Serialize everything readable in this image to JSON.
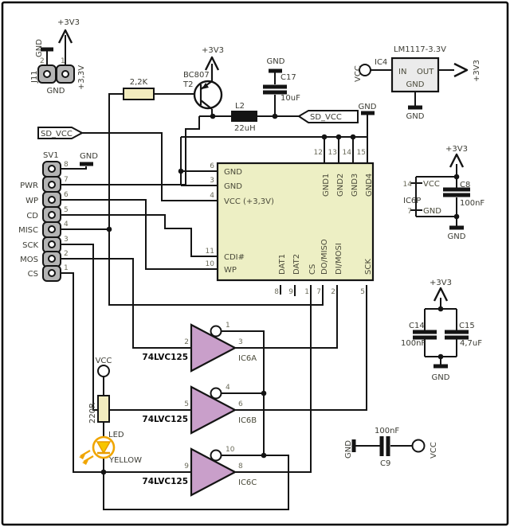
{
  "power": {
    "rail_3v3": "+3V3",
    "vcc": "VCC",
    "gnd": "GND"
  },
  "j11": {
    "ref": "J11",
    "pin_left": "2",
    "pin_right": "1",
    "gnd_stub": "GND",
    "gnd_below": "GND",
    "plus33v": "+3,3V",
    "rail": "+3V3"
  },
  "r_base": {
    "value": "2,2K"
  },
  "t2": {
    "part": "BC807",
    "ref": "T2",
    "rail": "+3V3"
  },
  "l2": {
    "ref": "L2",
    "value": "22uH"
  },
  "c17": {
    "ref": "C17",
    "value": "10uF",
    "gnd": "GND"
  },
  "flags": {
    "sd_vcc_left": "SD_VCC",
    "sd_vcc_right": "SD_VCC"
  },
  "reg": {
    "part": "LM1117-3.3V",
    "ref": "IC4",
    "pin_in": "IN",
    "pin_out": "OUT",
    "pin_gnd": "GND",
    "vcc": "VCC",
    "rail": "+3V3",
    "gnd": "GND"
  },
  "rail_gnd_top": "GND",
  "sv1": {
    "ref": "SV1",
    "gnd": "GND",
    "pin_numbers": [
      "8",
      "7",
      "6",
      "5",
      "4",
      "3",
      "2",
      "1"
    ],
    "net_labels": [
      "PWR",
      "WP",
      "CD",
      "MISC",
      "SCK",
      "MOS",
      "CS"
    ]
  },
  "card": {
    "left_pins": [
      {
        "num": "6",
        "label": "GND"
      },
      {
        "num": "3",
        "label": "GND"
      },
      {
        "num": "4",
        "label": "VCC (+3,3V)"
      },
      {
        "num": "11",
        "label": "CDI#"
      },
      {
        "num": "10",
        "label": "WP"
      }
    ],
    "top_pins": [
      {
        "num": "12",
        "label": "GND1"
      },
      {
        "num": "13",
        "label": "GND2"
      },
      {
        "num": "14",
        "label": "GND3"
      },
      {
        "num": "15",
        "label": "GND4"
      }
    ],
    "bottom_pins": [
      {
        "num": "8",
        "label": "DAT1"
      },
      {
        "num": "9",
        "label": "DAT2"
      },
      {
        "num": "1",
        "label": "CS"
      },
      {
        "num": "7",
        "label": "DO/MISO"
      },
      {
        "num": "2",
        "label": "DI/MOSI"
      },
      {
        "num": "5",
        "label": "SCK"
      }
    ]
  },
  "ic6p": {
    "ref": "IC6P",
    "pin14": "14",
    "pin14_label": "VCC",
    "pin7": "7",
    "pin7_label": "GND",
    "rail": "+3V3",
    "gnd": "GND"
  },
  "c8": {
    "ref": "C8",
    "value": "100nF"
  },
  "cap_bank": {
    "rail": "+3V3",
    "gnd": "GND"
  },
  "c14": {
    "ref": "C14",
    "value": "100nF"
  },
  "c15": {
    "ref": "C15",
    "value": "4,7uF"
  },
  "buffers": {
    "part_label": "74LVC125",
    "gates": [
      {
        "ref": "IC6A",
        "pin_in": "2",
        "pin_out": "3",
        "pin_en": "1"
      },
      {
        "ref": "IC6B",
        "pin_in": "5",
        "pin_out": "6",
        "pin_en": "4"
      },
      {
        "ref": "IC6C",
        "pin_in": "9",
        "pin_out": "8",
        "pin_en": "10"
      }
    ]
  },
  "led_branch": {
    "vcc": "VCC",
    "resistor": "220R",
    "led": "LED",
    "color": "YELLOW"
  },
  "c9": {
    "ref": "C9",
    "value": "100nF",
    "gnd": "GND",
    "vcc": "VCC"
  }
}
